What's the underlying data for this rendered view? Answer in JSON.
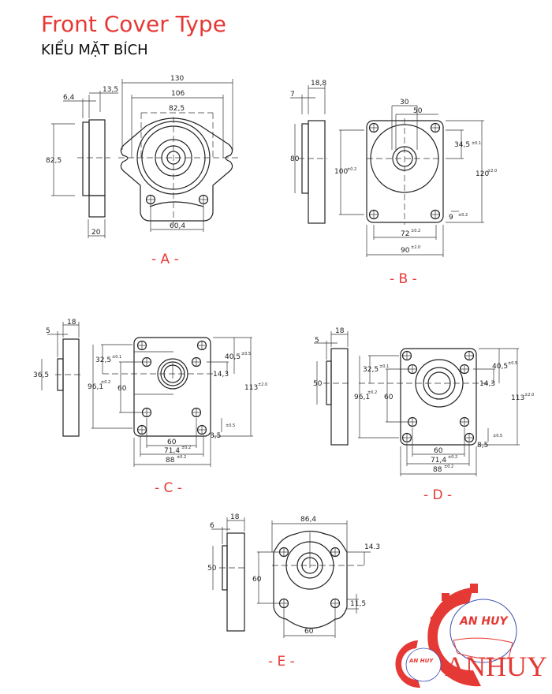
{
  "header": {
    "title": "Front Cover Type",
    "subtitle": "KIỂU MẶT BÍCH"
  },
  "colors": {
    "accent": "#e53935",
    "line": "#222222"
  },
  "views": {
    "A": {
      "label": "- A -",
      "d130": "130",
      "d106": "106",
      "d82_5": "82,5",
      "d82_5v": "82,5",
      "d6_4": "6,4",
      "d13_5": "13,5",
      "d20": "20",
      "d60_4": "60,4"
    },
    "B": {
      "label": "- B -",
      "d18_8": "18,8",
      "d7": "7",
      "d80": "80",
      "d30": "30",
      "d50": "50",
      "d34_5": "34,5",
      "t34_5": "±0.1",
      "d100": "100",
      "t100": "±0.2",
      "d120": "120",
      "t120": "±2.0",
      "d9": "9",
      "t9": "±0.2",
      "d72": "72",
      "t72": "±0.2",
      "d90": "90",
      "t90": "±2.0"
    },
    "C": {
      "label": "- C -",
      "d18": "18",
      "d5": "5",
      "d36_5": "36,5",
      "d32_5": "32,5",
      "t32_5": "±0.1",
      "d96_1": "96,1",
      "t96_1": "±0.2",
      "d60v": "60",
      "d40_5": "40,5",
      "t40_5": "±0.5",
      "d14_3": "14,3",
      "d113": "113",
      "t113": "±2.0",
      "d60": "60",
      "d71_4": "71,4",
      "t71_4": "±0.2",
      "d88": "88",
      "t88": "±0.2",
      "d8_5": "8,5",
      "t8_5": "±0.5"
    },
    "D": {
      "label": "- D -",
      "d18": "18",
      "d5": "5",
      "d50": "50",
      "d32_5": "32,5",
      "t32_5": "±0.1",
      "d96_1": "96,1",
      "t96_1": "±0.2",
      "d60v": "60",
      "d40_5": "40,5",
      "t40_5": "±0.5",
      "d14_3": "14,3",
      "d113": "113",
      "t113": "±2.0",
      "d60": "60",
      "d71_4": "71,4",
      "t71_4": "±0.2",
      "d88": "88",
      "t88": "±0.2",
      "d8_5": "8,5",
      "t8_5": "±0.5"
    },
    "E": {
      "label": "- E -",
      "d6": "6",
      "d18": "18",
      "d50": "50",
      "d86_4": "86,4",
      "d14_3": "14.3",
      "d60v": "60",
      "d11_5": "11,5",
      "d60": "60"
    }
  },
  "logo": {
    "text": "ANHUY",
    "badge": "AN HUY"
  }
}
